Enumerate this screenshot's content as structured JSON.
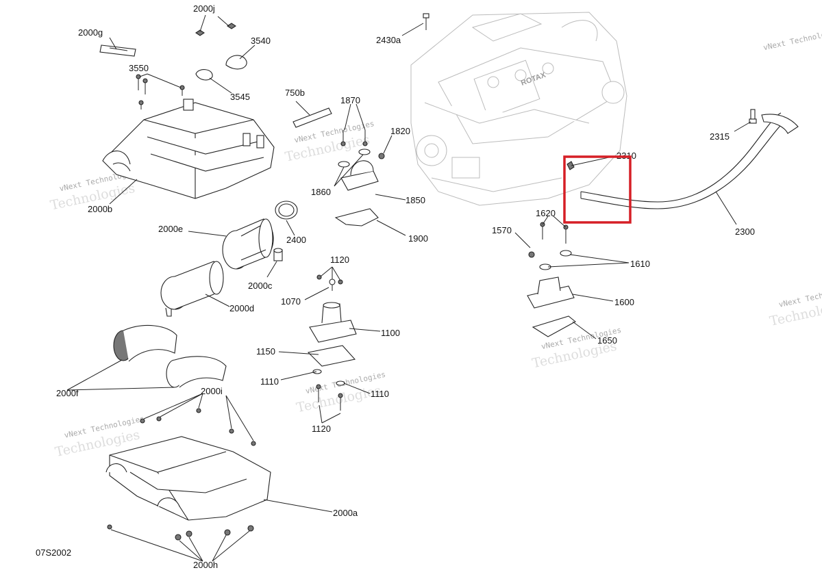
{
  "diagram_code": "07S2002",
  "part_labels": [
    "2000j",
    "2000g",
    "3540",
    "3550",
    "3545",
    "2430a",
    "750b",
    "1870",
    "1820",
    "2315",
    "2000b",
    "1860",
    "1850",
    "2310",
    "1900",
    "2000e",
    "2400",
    "1620",
    "1570",
    "2300",
    "1610",
    "2000c",
    "1120",
    "2000d",
    "1070",
    "1600",
    "1100",
    "1650",
    "1150",
    "2000f",
    "2000i",
    "1110",
    "1110",
    "1120",
    "2000a",
    "2000h"
  ],
  "watermark": {
    "line1": "vNext Technologies",
    "line2": "Technologies"
  },
  "engine_brand": "ROTAX",
  "highlight_color": "#d61f26"
}
